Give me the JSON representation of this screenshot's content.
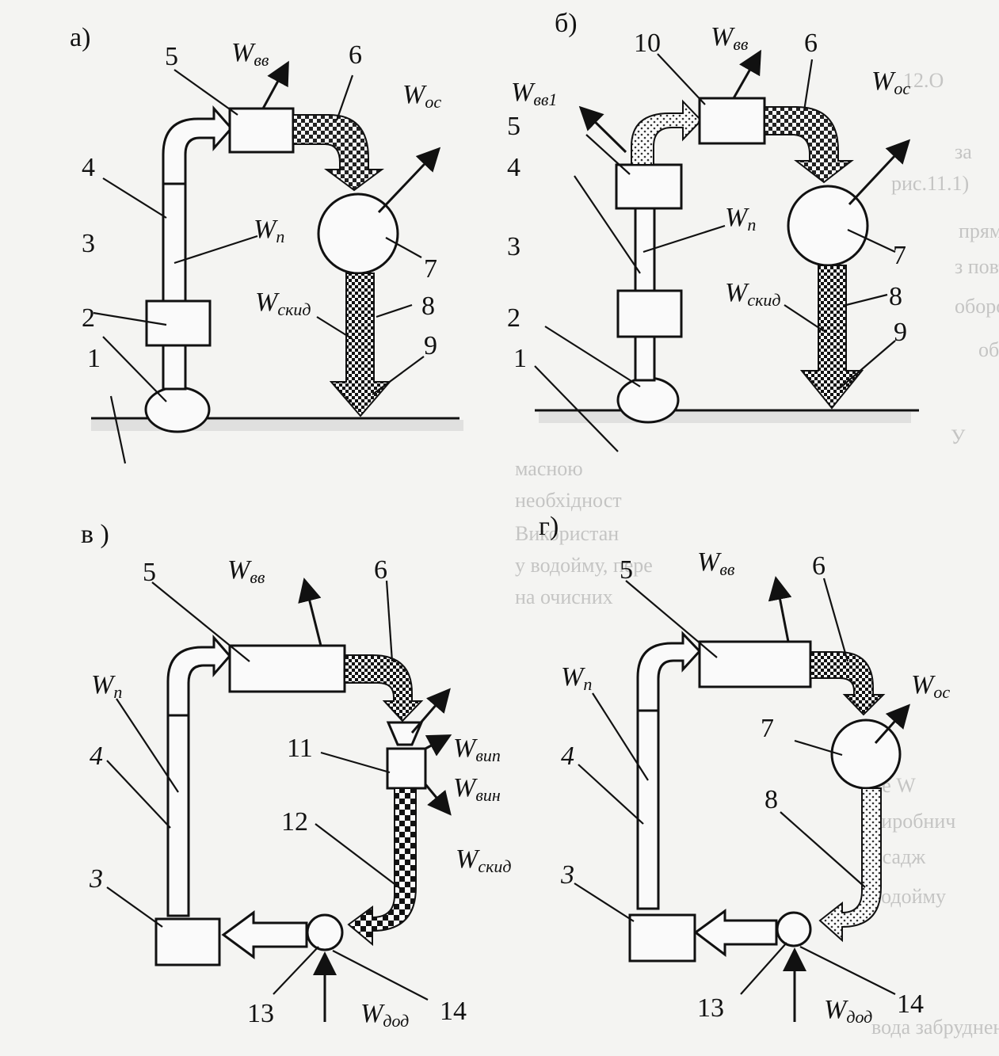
{
  "panels": {
    "a": {
      "letter": "а)",
      "l1": "1",
      "l2": "2",
      "l3": "3",
      "l4": "4",
      "l5": "5",
      "l6": "6",
      "l7": "7",
      "l8": "8",
      "l9": "9",
      "w_vv": "W",
      "w_vv_sub": "вв",
      "w_os": "W",
      "w_os_sub": "ос",
      "w_n": "W",
      "w_n_sub": "п",
      "w_skyd": "W",
      "w_skyd_sub": "скид"
    },
    "b": {
      "letter": "б)",
      "l1": "1",
      "l2": "2",
      "l3": "3",
      "l4": "4",
      "l5": "5",
      "l6": "6",
      "l7": "7",
      "l8": "8",
      "l9": "9",
      "l10": "10",
      "w_vv": "W",
      "w_vv_sub": "вв",
      "w_vv1": "W",
      "w_vv1_sub": "вв1",
      "w_os": "W",
      "w_os_sub": "ос",
      "w_n": "W",
      "w_n_sub": "п",
      "w_skyd": "W",
      "w_skyd_sub": "скид"
    },
    "v": {
      "letter": "в )",
      "l3": "3",
      "l4": "4",
      "l5": "5",
      "l6": "6",
      "l11": "11",
      "l12": "12",
      "l13": "13",
      "l14": "14",
      "w_vv": "W",
      "w_vv_sub": "вв",
      "w_n": "W",
      "w_n_sub": "п",
      "w_vyp": "W",
      "w_vyp_sub": "вип",
      "w_vyn": "W",
      "w_vyn_sub": "вин",
      "w_skyd": "W",
      "w_skyd_sub": "скид",
      "w_dod": "W",
      "w_dod_sub": "дод"
    },
    "g": {
      "letter": "г)",
      "l3": "3",
      "l4": "4",
      "l5": "5",
      "l6": "6",
      "l7": "7",
      "l8": "8",
      "l13": "13",
      "l14": "14",
      "w_vv": "W",
      "w_vv_sub": "вв",
      "w_os": "W",
      "w_os_sub": "ос",
      "w_n": "W",
      "w_n_sub": "п",
      "w_dod": "W",
      "w_dod_sub": "дод"
    }
  },
  "background_text": {
    "header": "12.О",
    "lines": [
      "за",
      "рис.11.1)",
      "прямо",
      "з повтор",
      "оборотн",
      "оборотн",
      "У",
      "масною",
      "необхідност",
      "Використан",
      "у водойму, пере",
      "на очисних",
      "де W",
      "виробнич",
      "осадж",
      "водойму",
      "вода забруднене"
    ]
  },
  "colors": {
    "ink": "#111111",
    "paper": "#f4f4f2"
  }
}
